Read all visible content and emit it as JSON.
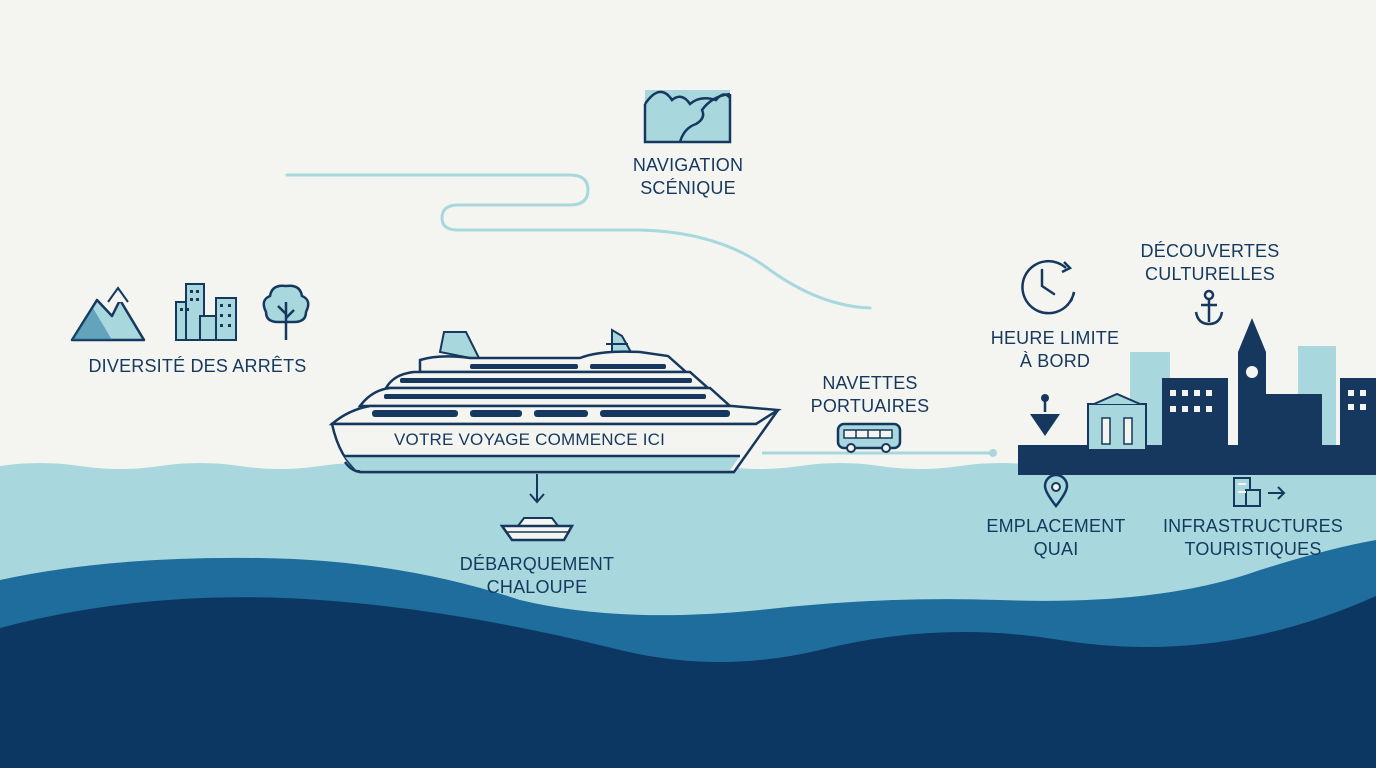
{
  "colors": {
    "background": "#f4f5f0",
    "navy": "#16385e",
    "sea_light": "#a8d8dd",
    "sea_mid": "#1f6d9c",
    "sea_deep": "#0c3762",
    "accent": "#a8d8dd"
  },
  "ship_banner": "VOTRE VOYAGE COMMENCE ICI",
  "labels": {
    "scenic": [
      "NAVIGATION",
      "SCÉNIQUE"
    ],
    "stops": [
      "DIVERSITÉ DES ARRÊTS"
    ],
    "shuttles": [
      "NAVETTES",
      "PORTUAIRES"
    ],
    "cutoff": [
      "HEURE LIMITE",
      "À BORD"
    ],
    "culture": [
      "DÉCOUVERTES",
      "CULTURELLES"
    ],
    "tender": [
      "DÉBARQUEMENT",
      "CHALOUPE"
    ],
    "pier": [
      "EMPLACEMENT",
      "QUAI"
    ],
    "infra": [
      "INFRASTRUCTURES",
      "TOURISTIQUES"
    ]
  },
  "icons": {
    "scenic": "fjord-icon",
    "stops": [
      "mountain-icon",
      "city-buildings-icon",
      "tree-icon"
    ],
    "shuttles": "bus-icon",
    "cutoff": "clock-icon",
    "culture": "anchor-icon",
    "tender": "tender-boat-icon",
    "pier": "location-pin-icon",
    "infra": "building-arrow-icon"
  }
}
